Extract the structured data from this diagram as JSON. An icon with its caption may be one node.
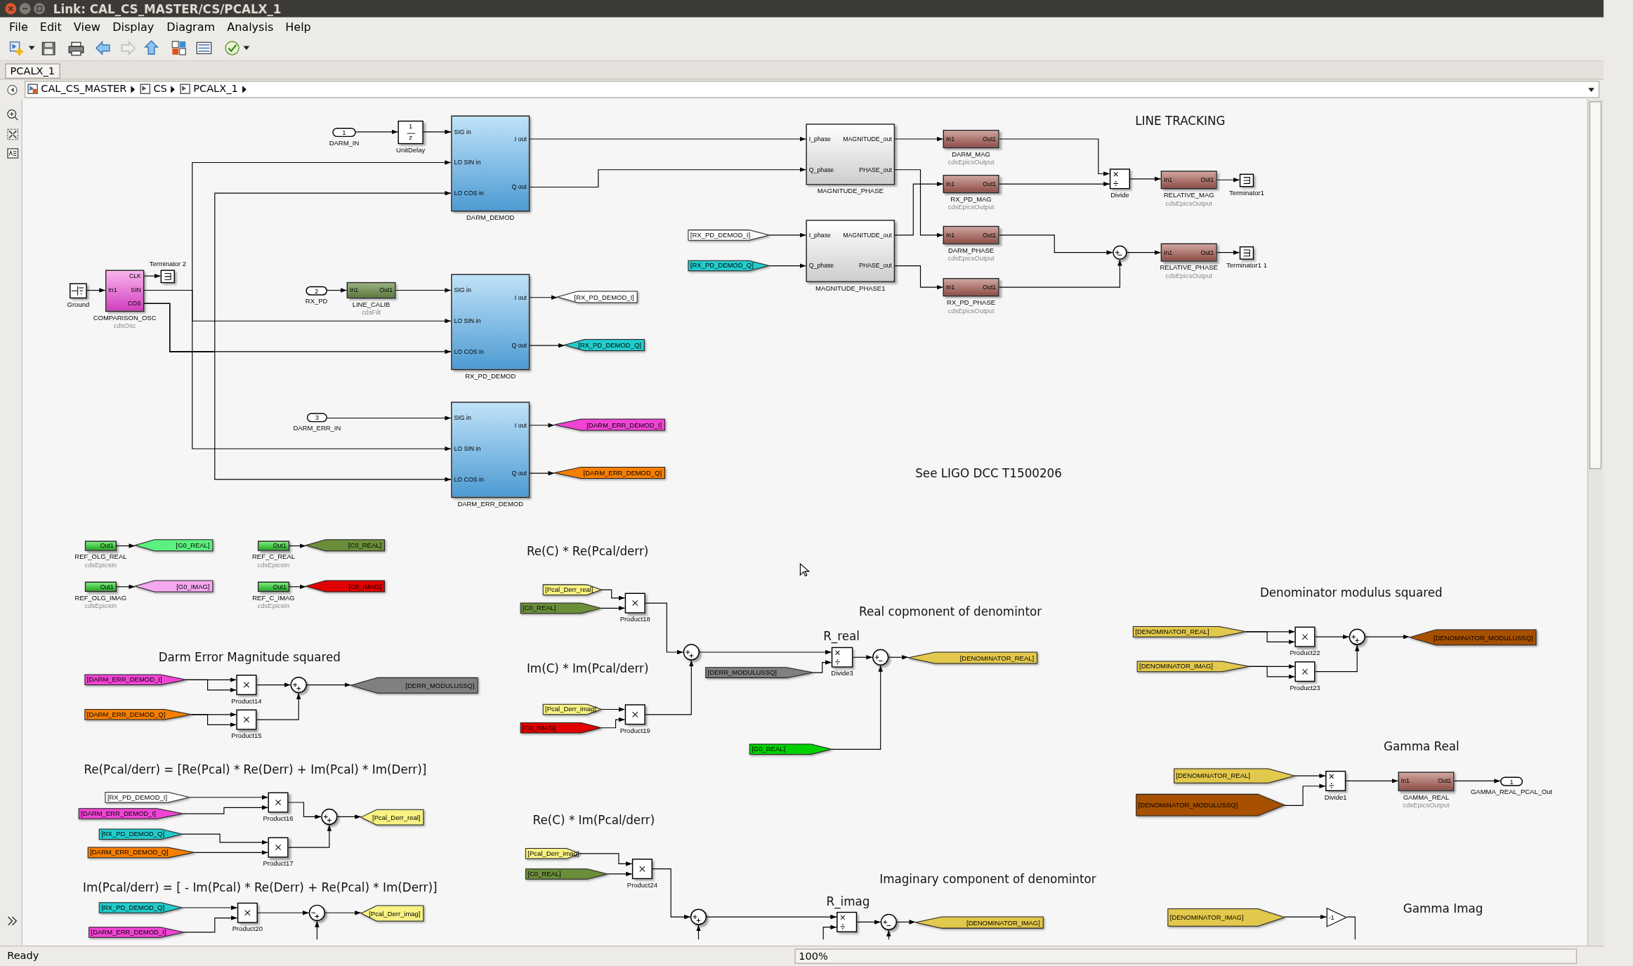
{
  "diagram": {
    "title": "Link: CAL_CS_MASTER/CS/PCALX_1",
    "nodes": [
      {
        "text": [
          "1",
          "DARM_IN"
        ]
      },
      {
        "text": [
          "1",
          "z",
          "UnitDelay"
        ]
      },
      {
        "text": [
          "SIG in",
          "LO SIN in",
          "LO COS in",
          "I out",
          "Q out",
          "DARM_DEMOD"
        ]
      },
      {
        "text": [
          "In1",
          "CLK",
          "SIN",
          "COS",
          "COMPARISON_OSC",
          "cdsOsc"
        ]
      },
      {
        "text": [
          "Ground"
        ]
      },
      {
        "text": [
          "Terminator 2"
        ]
      },
      {
        "text": [
          "2",
          "RX_PD"
        ]
      },
      {
        "text": [
          "In1",
          "Out1",
          "LINE_CALIB",
          "cdsFilt"
        ]
      },
      {
        "text": [
          "SIG in",
          "LO SIN in",
          "LO COS in",
          "I out",
          "Q out",
          "RX_PD_DEMOD"
        ]
      },
      {
        "text": [
          "[RX_PD_DEMOD_I]"
        ]
      },
      {
        "text": [
          "[RX_PD_DEMOD_Q]"
        ]
      },
      {
        "text": [
          "3",
          "DARM_ERR_IN"
        ]
      },
      {
        "text": [
          "SIG in",
          "LO SIN in",
          "LO COS in",
          "I out",
          "Q out",
          "DARM_ERR_DEMOD"
        ]
      },
      {
        "text": [
          "[DARM_ERR_DEMOD_I]"
        ]
      },
      {
        "text": [
          "[DARM_ERR_DEMOD_Q]"
        ]
      },
      {
        "text": [
          "I_phase",
          "Q_phase",
          "MAGNITUDE_out",
          "PHASE_out",
          "MAGNITUDE_PHASE"
        ]
      },
      {
        "text": [
          "[RX_PD_DEMOD_I]"
        ]
      },
      {
        "text": [
          "[RX_PD_DEMOD_Q]"
        ]
      },
      {
        "text": [
          "I_phase",
          "Q_phase",
          "MAGNITUDE_out",
          "PHASE_out",
          "MAGNITUDE_PHASE1"
        ]
      },
      {
        "text": [
          "In1",
          "Out1",
          "DARM_MAG",
          "cdsEpicsOutput"
        ]
      },
      {
        "text": [
          "In1",
          "Out1",
          "RX_PD_MAG",
          "cdsEpicsOutput"
        ]
      },
      {
        "text": [
          "In1",
          "Out1",
          "DARM_PHASE",
          "cdsEpicsOutput"
        ]
      },
      {
        "text": [
          "In1",
          "Out1",
          "RX_PD_PHASE",
          "cdsEpicsOutput"
        ]
      },
      {
        "text": [
          "Divide"
        ]
      },
      {
        "text": [],
        "shape": "circle"
      },
      {
        "text": [
          "In1",
          "Out1",
          "RELATIVE_MAG",
          "cdsEpicsOutput"
        ]
      },
      {
        "text": [
          "In1",
          "Out1",
          "RELATIVE_PHASE",
          "cdsEpicsOutput"
        ]
      },
      {
        "text": [
          "Terminator1"
        ]
      },
      {
        "text": [
          "Terminator1 1"
        ]
      },
      {
        "text": [
          "Out1",
          "REF_OLG_REAL",
          "cdsEpicsIn"
        ]
      },
      {
        "text": [
          "[G0_REAL]"
        ]
      },
      {
        "text": [
          "Out1",
          "REF_C_REAL",
          "cdsEpicsIn"
        ]
      },
      {
        "text": [
          "[C0_REAL]"
        ]
      },
      {
        "text": [
          "Out1",
          "REF_OLG_IMAG",
          "cdsEpicsIn"
        ]
      },
      {
        "text": [
          "[G0_IMAG]"
        ]
      },
      {
        "text": [
          "Out1",
          "REF_C_IMAG",
          "cdsEpicsIn"
        ]
      },
      {
        "text": [
          "[C0_IMAG]"
        ]
      },
      {
        "text": [
          "[DARM_ERR_DEMOD_I]"
        ]
      },
      {
        "text": [
          "[DARM_ERR_DEMOD_Q]"
        ]
      },
      {
        "text": [
          "Product14"
        ]
      },
      {
        "text": [
          "Product15"
        ]
      },
      {
        "text": [],
        "shape": "circle"
      },
      {
        "text": [
          "[DERR_MODULUSSQ]"
        ]
      },
      {
        "text": [
          "[RX_PD_DEMOD_I]"
        ]
      },
      {
        "text": [
          "[DARM_ERR_DEMOD_I]"
        ]
      },
      {
        "text": [
          "[RX_PD_DEMOD_Q]"
        ]
      },
      {
        "text": [
          "[DARM_ERR_DEMOD_Q]"
        ]
      },
      {
        "text": [
          "Product16"
        ]
      },
      {
        "text": [
          "Product17"
        ]
      },
      {
        "text": [],
        "shape": "circle"
      },
      {
        "text": [
          "[Pcal_Derr_real]"
        ]
      },
      {
        "text": [
          "[RX_PD_DEMOD_Q]"
        ]
      },
      {
        "text": [
          "[DARM_ERR_DEMOD_I]"
        ]
      },
      {
        "text": [
          "Product20"
        ]
      },
      {
        "text": [],
        "shape": "circle"
      },
      {
        "text": [
          "[Pcal_Derr_imag]"
        ]
      },
      {
        "text": [
          "[Pcal_Derr_real]"
        ]
      },
      {
        "text": [
          "[C0_REAL]"
        ]
      },
      {
        "text": [
          "Product18"
        ]
      },
      {
        "text": [
          "[Pcal_Derr_imag]"
        ]
      },
      {
        "text": [
          "[C0_IMAG]"
        ]
      },
      {
        "text": [
          "Product19"
        ]
      },
      {
        "text": [],
        "shape": "circle"
      },
      {
        "text": [
          "[DERR_MODULUSSQ]"
        ]
      },
      {
        "text": [
          "Divide3"
        ]
      },
      {
        "text": [],
        "shape": "circle"
      },
      {
        "text": [
          "[DENOMINATOR_REAL]"
        ]
      },
      {
        "text": [
          "[G0_REAL]"
        ]
      },
      {
        "text": [
          "[Pcal_Derr_imag]"
        ]
      },
      {
        "text": [
          "[C0_REAL]"
        ]
      },
      {
        "text": [
          "Product24"
        ]
      },
      {
        "text": [],
        "shape": "circle"
      },
      {
        "text": [],
        "shape": "box"
      },
      {
        "text": [],
        "shape": "circle"
      },
      {
        "text": [
          "[DENOMINATOR_IMAG]"
        ]
      },
      {
        "text": [
          "[DENOMINATOR_REAL]"
        ]
      },
      {
        "text": [
          "[DENOMINATOR_IMAG]"
        ]
      },
      {
        "text": [
          "Product22"
        ]
      },
      {
        "text": [
          "Product23"
        ]
      },
      {
        "text": [],
        "shape": "circle"
      },
      {
        "text": [
          "[DENOMINATOR_MODULUSSQ]"
        ]
      },
      {
        "text": [
          "[DENOMINATOR_REAL]"
        ]
      },
      {
        "text": [
          "[DENOMINATOR_MODULUSSQ]"
        ]
      },
      {
        "text": [
          "Divide1"
        ]
      },
      {
        "text": [
          "In1",
          "Out1",
          "GAMMA_REAL",
          "cdsEpicsOutput"
        ]
      },
      {
        "text": [
          "1",
          "GAMMA_REAL_PCAL_Out"
        ]
      },
      {
        "text": [
          "[DENOMINATOR_IMAG]"
        ]
      },
      {
        "text": [
          "-1"
        ]
      }
    ],
    "edges": [
      {
        "from": 0,
        "to": 1,
        "arrow": "to"
      },
      {
        "from": 1,
        "to": 2,
        "arrow": "to"
      },
      {
        "from": 4,
        "to": 3,
        "arrow": "to"
      },
      {
        "from": 3,
        "to": 5,
        "arrow": "to"
      },
      {
        "from": 3,
        "to": 2,
        "arrow": "to"
      },
      {
        "from": 3,
        "to": 8,
        "arrow": "to"
      },
      {
        "from": 3,
        "to": 12,
        "arrow": "to"
      },
      {
        "from": 3,
        "to": 2,
        "arrow": "to"
      },
      {
        "from": 3,
        "to": 8,
        "arrow": "to"
      },
      {
        "from": 3,
        "to": 12,
        "arrow": "to"
      },
      {
        "from": 6,
        "to": 7,
        "arrow": "to"
      },
      {
        "from": 7,
        "to": 8,
        "arrow": "to"
      },
      {
        "from": 11,
        "to": 12,
        "arrow": "to"
      },
      {
        "from": 2,
        "to": 15,
        "arrow": "to"
      },
      {
        "from": 2,
        "to": 15,
        "arrow": "to"
      },
      {
        "from": 8,
        "to": 9,
        "arrow": "to"
      },
      {
        "from": 8,
        "to": 10,
        "arrow": "to"
      },
      {
        "from": 12,
        "to": 13,
        "arrow": "to"
      },
      {
        "from": 12,
        "to": 14,
        "arrow": "to"
      },
      {
        "from": 16,
        "to": 18,
        "arrow": "to"
      },
      {
        "from": 17,
        "to": 18,
        "arrow": "to"
      },
      {
        "from": 15,
        "to": 19,
        "arrow": "to"
      },
      {
        "from": 15,
        "to": 21,
        "arrow": "to"
      },
      {
        "from": 18,
        "to": 20,
        "arrow": "to"
      },
      {
        "from": 18,
        "to": 22,
        "arrow": "to"
      },
      {
        "from": 19,
        "to": 23,
        "arrow": "to"
      },
      {
        "from": 20,
        "to": 23,
        "arrow": "to"
      },
      {
        "from": 21,
        "to": 24,
        "arrow": "to"
      },
      {
        "from": 22,
        "to": 24,
        "arrow": "to"
      },
      {
        "from": 23,
        "to": 25,
        "arrow": "to"
      },
      {
        "from": 24,
        "to": 26,
        "arrow": "to"
      },
      {
        "from": 25,
        "to": 27,
        "arrow": "to"
      },
      {
        "from": 26,
        "to": 28,
        "arrow": "to"
      },
      {
        "from": 29,
        "to": 30,
        "arrow": "to"
      },
      {
        "from": 31,
        "to": 32,
        "arrow": "to"
      },
      {
        "from": 33,
        "to": 34,
        "arrow": "to"
      },
      {
        "from": 35,
        "to": 36,
        "arrow": "to"
      },
      {
        "from": 37,
        "to": 39,
        "arrow": "to"
      },
      {
        "from": 37,
        "to": 39,
        "arrow": "to"
      },
      {
        "from": 38,
        "to": 40,
        "arrow": "to"
      },
      {
        "from": 38,
        "to": 40,
        "arrow": "to"
      },
      {
        "from": 39,
        "to": 41,
        "arrow": "to"
      },
      {
        "from": 40,
        "to": 41,
        "arrow": "to"
      },
      {
        "from": 41,
        "to": 42,
        "arrow": "to"
      },
      {
        "from": 43,
        "to": 47,
        "arrow": "to"
      },
      {
        "from": 44,
        "to": 47,
        "arrow": "to"
      },
      {
        "from": 45,
        "to": 48,
        "arrow": "to"
      },
      {
        "from": 46,
        "to": 48,
        "arrow": "to"
      },
      {
        "from": 47,
        "to": 49,
        "arrow": "to"
      },
      {
        "from": 48,
        "to": 49,
        "arrow": "to"
      },
      {
        "from": 49,
        "to": 50,
        "arrow": "to"
      },
      {
        "from": 51,
        "to": 53,
        "arrow": "to"
      },
      {
        "from": 52,
        "to": 53,
        "arrow": "to"
      },
      {
        "from": null,
        "to": 54,
        "arrow": "to"
      },
      {
        "from": 53,
        "to": 54,
        "arrow": "to"
      },
      {
        "from": 54,
        "to": 55,
        "arrow": "to"
      },
      {
        "from": 56,
        "to": 58,
        "arrow": "to"
      },
      {
        "from": 57,
        "to": 58,
        "arrow": "to"
      },
      {
        "from": 59,
        "to": 61,
        "arrow": "to"
      },
      {
        "from": 60,
        "to": 61,
        "arrow": "to"
      },
      {
        "from": 58,
        "to": 62,
        "arrow": "to"
      },
      {
        "from": 61,
        "to": 62,
        "arrow": "to"
      },
      {
        "from": 62,
        "to": 64,
        "arrow": "to"
      },
      {
        "from": 63,
        "to": 64,
        "arrow": "to"
      },
      {
        "from": 64,
        "to": 65,
        "arrow": "to"
      },
      {
        "from": 67,
        "to": 65,
        "arrow": "to"
      },
      {
        "from": 65,
        "to": 66,
        "arrow": "to"
      },
      {
        "from": 68,
        "to": 70,
        "arrow": "to"
      },
      {
        "from": 69,
        "to": 70,
        "arrow": "to"
      },
      {
        "from": 70,
        "to": 71,
        "arrow": "to"
      },
      {
        "from": null,
        "to": 71,
        "arrow": "to"
      },
      {
        "from": 71,
        "to": 72,
        "arrow": "to"
      },
      {
        "from": null,
        "to": 72,
        "arrow": "to"
      },
      {
        "from": 72,
        "to": 73,
        "arrow": "to"
      },
      {
        "from": null,
        "to": 73,
        "arrow": "to"
      },
      {
        "from": 73,
        "to": 74,
        "arrow": "to"
      },
      {
        "from": 75,
        "to": 77,
        "arrow": "to"
      },
      {
        "from": 75,
        "to": 77,
        "arrow": "to"
      },
      {
        "from": 76,
        "to": 78,
        "arrow": "to"
      },
      {
        "from": 76,
        "to": 78,
        "arrow": "to"
      },
      {
        "from": 77,
        "to": 79,
        "arrow": "to"
      },
      {
        "from": 78,
        "to": 79,
        "arrow": "to"
      },
      {
        "from": 79,
        "to": 80,
        "arrow": "to"
      },
      {
        "from": 81,
        "to": 83,
        "arrow": "to"
      },
      {
        "from": 82,
        "to": 83,
        "arrow": "to"
      },
      {
        "from": 83,
        "to": 84,
        "arrow": "to"
      },
      {
        "from": 84,
        "to": 85,
        "arrow": "to"
      },
      {
        "from": 86,
        "to": 87,
        "arrow": "to"
      },
      {
        "from": 87,
        "to": null,
        "arrow": "none"
      }
    ],
    "labels": [
      "File",
      "Edit",
      "View",
      "Display",
      "Diagram",
      "Analysis",
      "Help",
      "PCALX_1",
      "CAL_CS_MASTER",
      "CS",
      "PCALX_1",
      "LINE TRACKING",
      "See LIGO DCC T1500206",
      "Re(C) * Re(Pcal/derr)",
      "Denominator modulus squared",
      "Real copmonent of denomintor",
      "R_real",
      "Darm Error Magnitude squared",
      "Im(C) * Im(Pcal/derr)",
      "Gamma Real",
      "Re(Pcal/derr) = [Re(Pcal) * Re(Derr) + Im(Pcal) * Im(Derr)]",
      "Re(C) * Im(Pcal/derr)",
      "Imaginary component of denomintor",
      "Im(Pcal/derr) = [ - Im(Pcal) * Re(Derr) + Re(Pcal) * Im(Derr)]",
      "R_imag",
      "Gamma Imag",
      "Ready",
      "100%"
    ]
  }
}
